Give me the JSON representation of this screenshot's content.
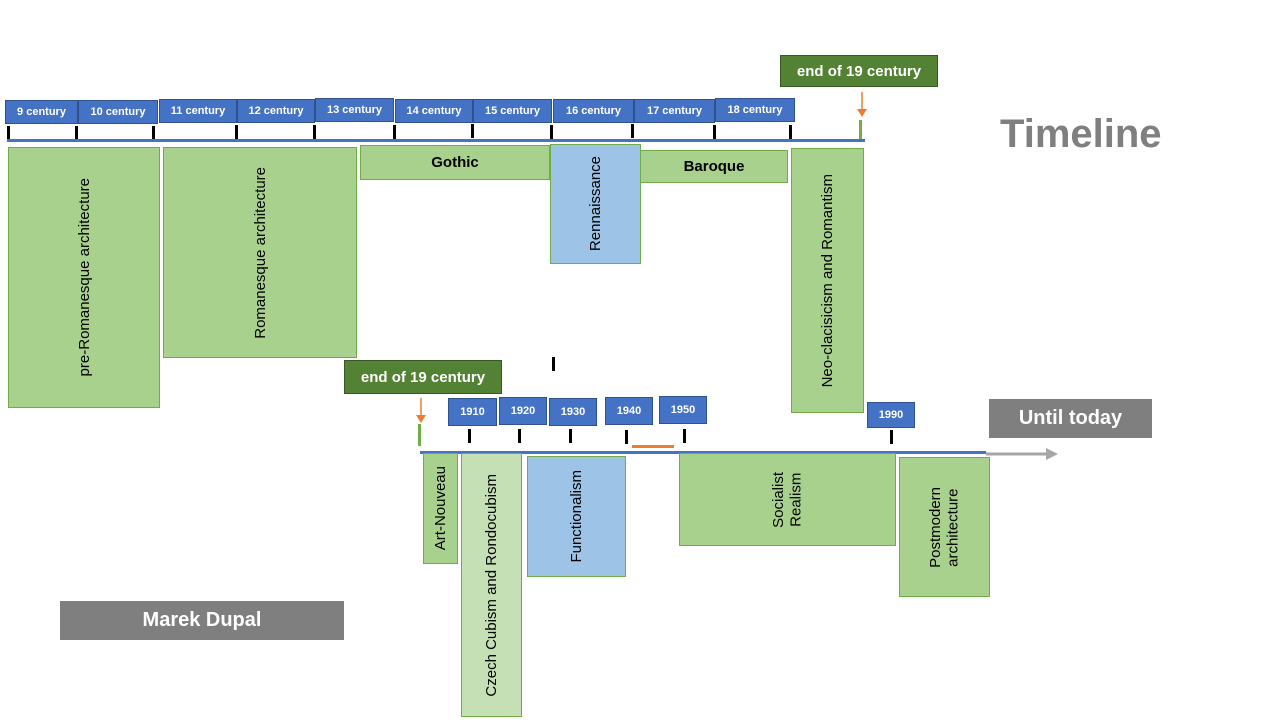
{
  "title": "Timeline",
  "author": "Marek Dupal",
  "until_today": "Until today",
  "end_marker_top": "end of 19 century",
  "end_marker_bottom": "end of 19 century",
  "centuries": [
    "9 century",
    "10 century",
    "11 century",
    "12 century",
    "13 century",
    "14 century",
    "15 century",
    "16 century",
    "17 century",
    "18 century"
  ],
  "years": [
    "1910",
    "1920",
    "1930",
    "1940",
    "1950",
    "1990"
  ],
  "top_periods": {
    "pre_romanesque": "pre-Romanesque architecture",
    "romanesque": "Romanesque architecture",
    "gothic": "Gothic",
    "renaissance": "Rennaissance",
    "baroque": "Baroque",
    "neoclassicism": "Neo-clacisicism and Romantism"
  },
  "bottom_periods": {
    "art_nouveau": "Art-Nouveau",
    "czech_cubism": "Czech Cubism and Rondocubism",
    "functionalism": "Functionalism",
    "socialist_realism_1": "Socialist",
    "socialist_realism_2": "Realism",
    "postmodern_1": "Postmodern",
    "postmodern_2": "architecture"
  },
  "colors": {
    "label_blue": "#4472c4",
    "period_green": "#a9d18e",
    "period_light_green": "#c5e0b4",
    "period_blue": "#9dc3e6",
    "marker_dark_green": "#548235",
    "title_gray": "#7f7f7f",
    "arrow_orange": "#ed7d31"
  }
}
